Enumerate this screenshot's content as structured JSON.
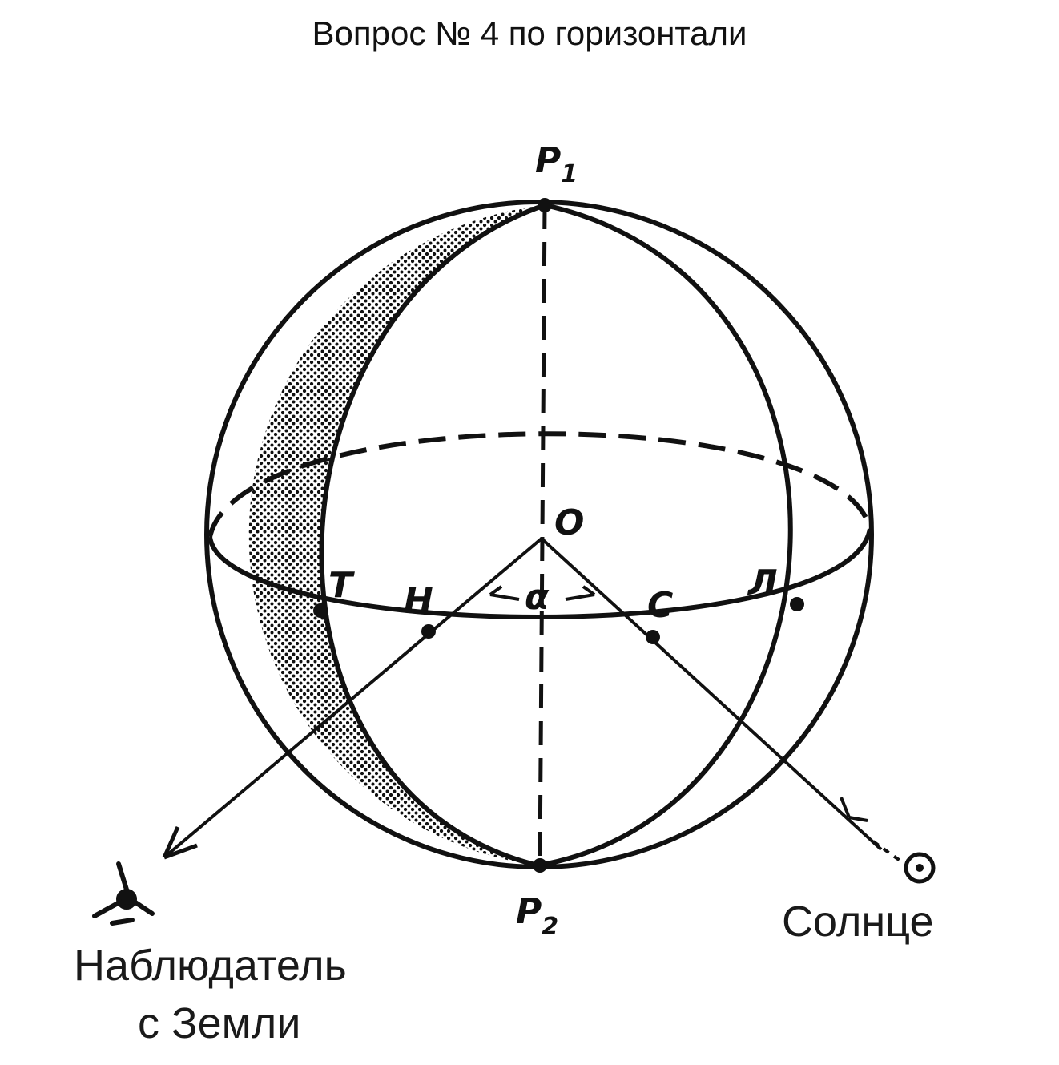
{
  "title": "Вопрос № 4 по горизонтали",
  "points": {
    "p1": {
      "letter": "P",
      "sub": "1"
    },
    "p2": {
      "letter": "P",
      "sub": "2"
    },
    "center": "O",
    "t": "Т",
    "n": "Н",
    "s": "С",
    "l": "Л",
    "alpha": "α"
  },
  "captions": {
    "observer_line1": "Наблюдатель",
    "observer_line2": "с Земли",
    "sun": "Солнце"
  }
}
